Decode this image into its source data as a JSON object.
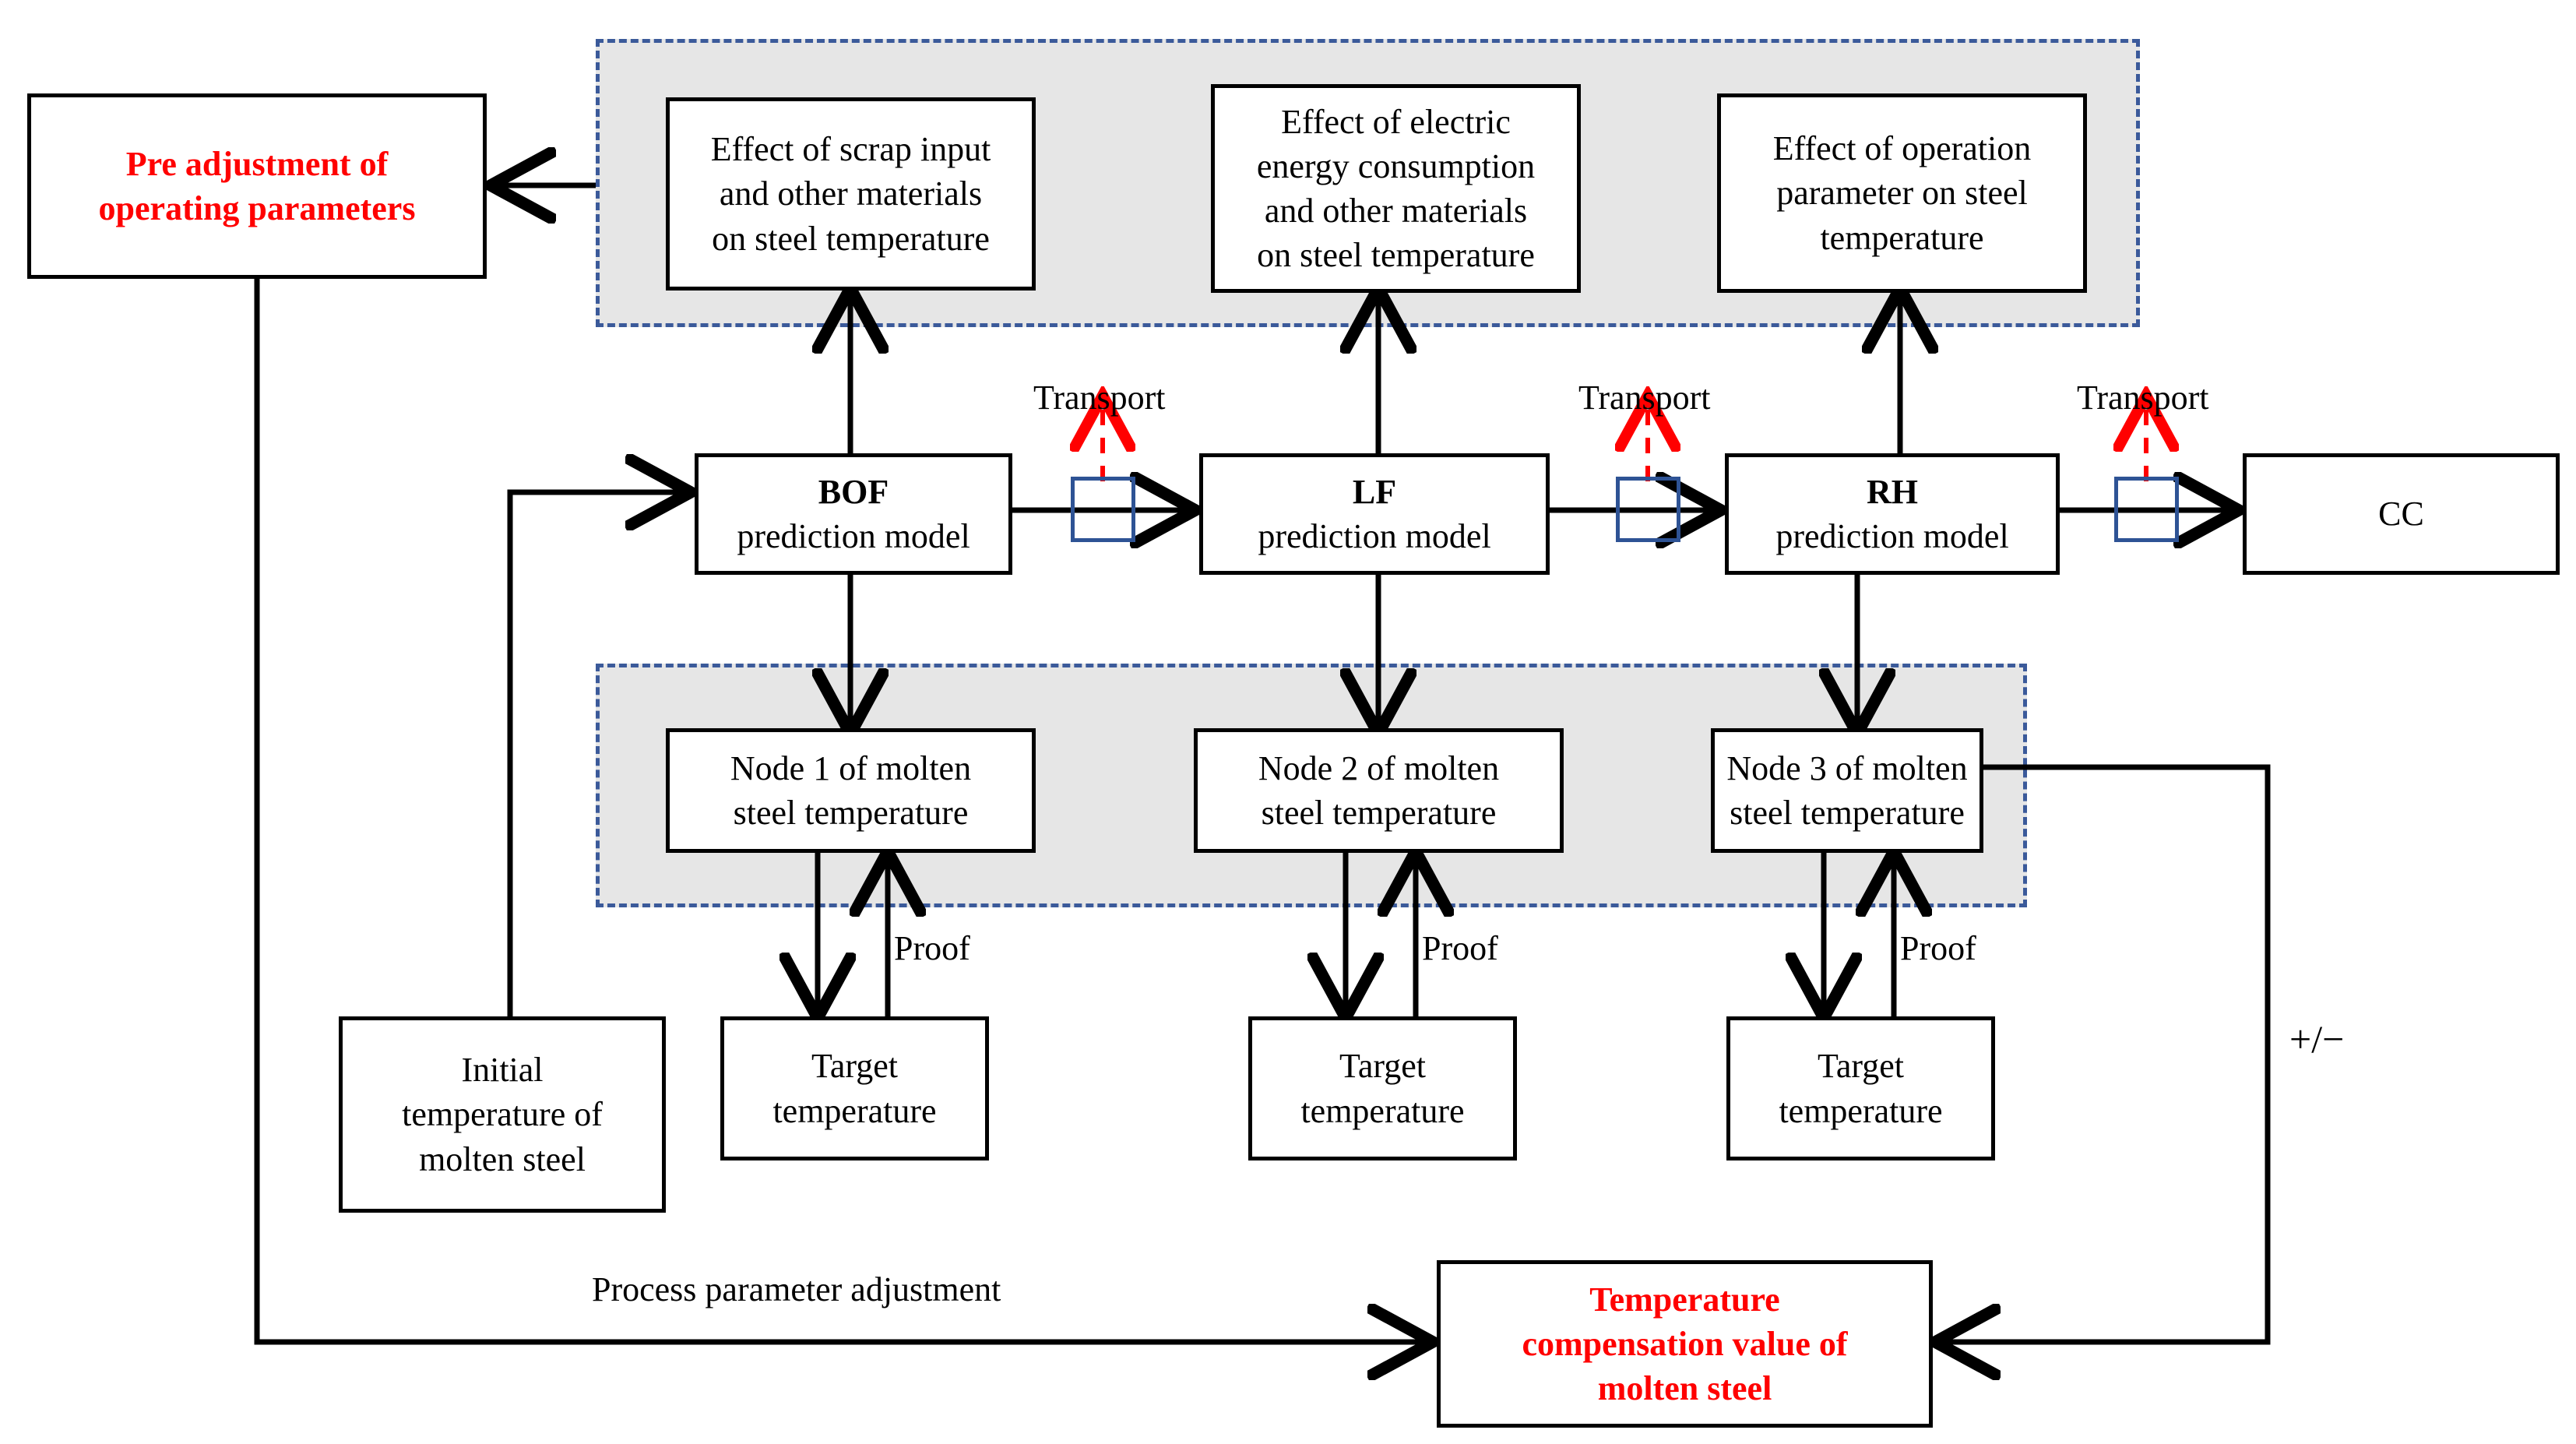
{
  "diagram": {
    "title": "Molten steel temperature prediction and compensation flow",
    "colors": {
      "accent_red": "#ff0000",
      "dashed_border_blue": "#3b5a9a",
      "transport_blue": "#2e5395",
      "region_fill_gray": "#e6e6e6",
      "line_black": "#000000"
    }
  },
  "boxes": {
    "pre_adjustment": {
      "line1": "Pre adjustment of",
      "line2": "operating parameters"
    },
    "effect_scrap": {
      "line1": "Effect of scrap input",
      "line2": "and other materials",
      "line3": "on steel temperature"
    },
    "effect_electric": {
      "line1": "Effect of electric",
      "line2": "energy consumption",
      "line3": "and other materials",
      "line4": "on steel temperature"
    },
    "effect_operation": {
      "line1": "Effect of operation",
      "line2": "parameter on steel",
      "line3": "temperature"
    },
    "bof": {
      "title": "BOF",
      "subtitle": "prediction model"
    },
    "lf": {
      "title": "LF",
      "subtitle": "prediction model"
    },
    "rh": {
      "title": "RH",
      "subtitle": "prediction model"
    },
    "cc": {
      "title": "CC"
    },
    "node1": {
      "line1": "Node 1 of molten",
      "line2": "steel temperature"
    },
    "node2": {
      "line1": "Node 2 of molten",
      "line2": "steel temperature"
    },
    "node3": {
      "line1": "Node 3 of molten",
      "line2": "steel temperature"
    },
    "initial_temperature": {
      "line1": "Initial",
      "line2": "temperature of",
      "line3": "molten steel"
    },
    "target_temperature_1": {
      "line1": "Target",
      "line2": "temperature"
    },
    "target_temperature_2": {
      "line1": "Target",
      "line2": "temperature"
    },
    "target_temperature_3": {
      "line1": "Target",
      "line2": "temperature"
    },
    "compensation": {
      "line1": "Temperature",
      "line2": "compensation value of",
      "line3": "molten steel"
    }
  },
  "labels": {
    "transport_1": "Transport",
    "transport_2": "Transport",
    "transport_3": "Transport",
    "proof_1": "Proof",
    "proof_2": "Proof",
    "proof_3": "Proof",
    "plus_minus": "+/−",
    "process_parameter_adjustment": "Process parameter adjustment"
  }
}
